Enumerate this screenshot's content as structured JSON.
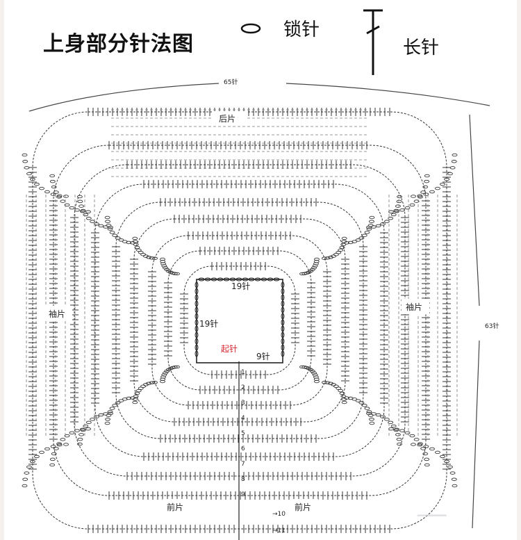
{
  "title": "上身部分针法图",
  "legend": {
    "chain": {
      "label": "锁针",
      "icon": "chain-stitch-oval-icon"
    },
    "double_crochet": {
      "label": "长针",
      "icon": "double-crochet-icon"
    }
  },
  "dimensions": {
    "top_width": "65针",
    "right_height": "63针"
  },
  "panels": {
    "back": "后片",
    "sleeve_left": "袖片",
    "sleeve_right": "袖片",
    "front_left": "前片",
    "front_right": "前片"
  },
  "center": {
    "top_count": "19针",
    "side_count": "19针",
    "bottom_count": "9针",
    "start": "起针"
  },
  "row_numbers": [
    "1",
    "2",
    "3",
    "4",
    "5",
    "6",
    "7",
    "8",
    "9",
    "10",
    "11"
  ]
}
